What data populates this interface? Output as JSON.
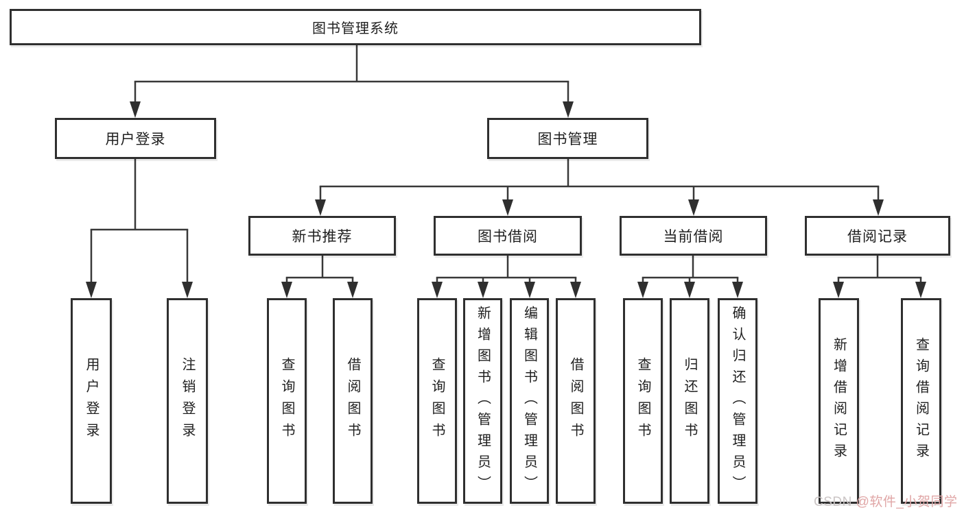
{
  "root": {
    "label": "图书管理系统"
  },
  "level2": {
    "user_login": {
      "label": "用户登录"
    },
    "book_mgmt": {
      "label": "图书管理"
    }
  },
  "level3": {
    "new_books": {
      "label": "新书推荐"
    },
    "book_borrow": {
      "label": "图书借阅"
    },
    "current_borrow": {
      "label": "当前借阅"
    },
    "borrow_records": {
      "label": "借阅记录"
    }
  },
  "leaves": {
    "user_login": [
      "用户登录",
      "注销登录"
    ],
    "new_books": [
      "查询图书",
      "借阅图书"
    ],
    "book_borrow": [
      "查询图书",
      "新增图书（管理员）",
      "编辑图书（管理员）",
      "借阅图书"
    ],
    "current_borrow": [
      "查询图书",
      "归还图书",
      "确认归还（管理员）"
    ],
    "borrow_records": [
      "新增借阅记录",
      "查询借阅记录"
    ]
  },
  "watermark": {
    "prefix": "CSDN ",
    "handle": "@软件_小贺同学"
  },
  "colors": {
    "border": "#2f2f2f",
    "line": "#383838",
    "text": "#1f1f1f",
    "watermark_gray": "#cbc5c5",
    "watermark_red": "#e0a6a6"
  }
}
